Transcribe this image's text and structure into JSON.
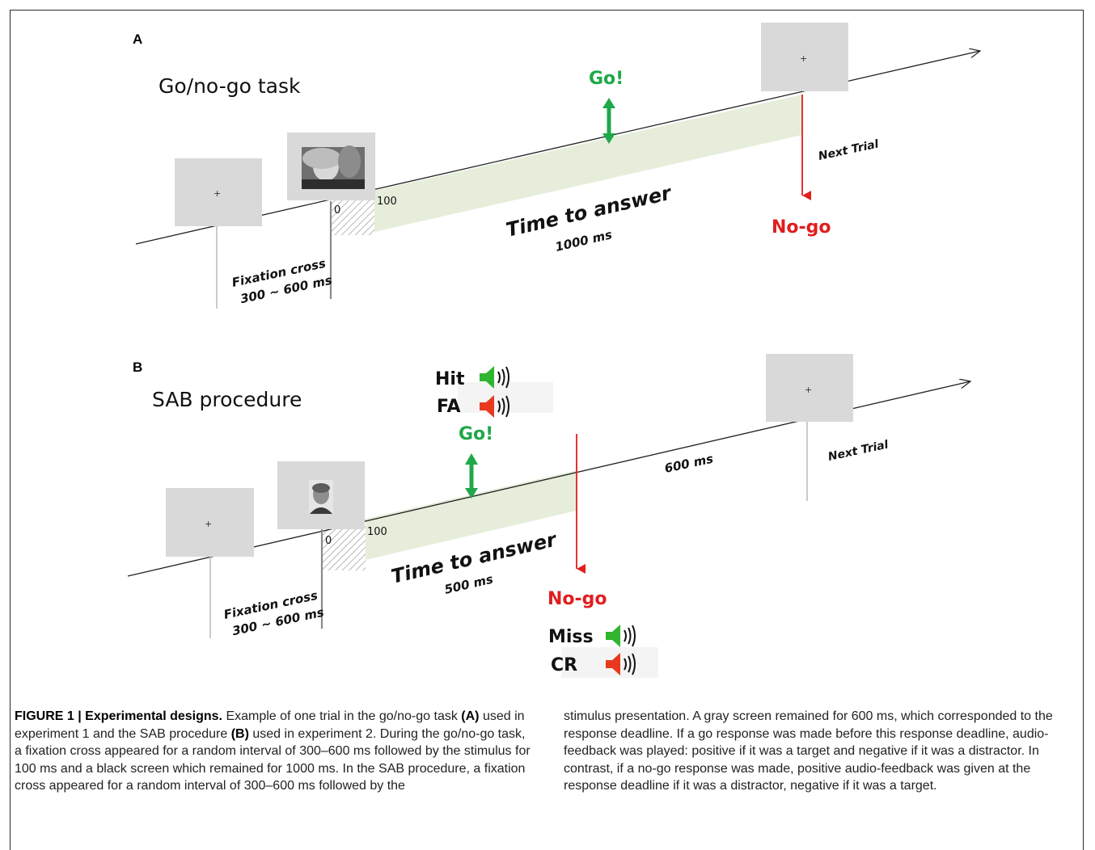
{
  "panel_a": {
    "letter": "A",
    "title": "Go/no-go task",
    "go_label": "Go!",
    "nogo_label": "No-go",
    "next_trial": "Next Trial",
    "time_to_answer": "Time to answer",
    "duration": "1000 ms",
    "fixation_label": "Fixation cross",
    "fixation_duration": "300 ~ 600 ms",
    "tick_start": "0",
    "tick_end": "100",
    "cross": "+"
  },
  "panel_b": {
    "letter": "B",
    "title": "SAB procedure",
    "go_label": "Go!",
    "nogo_label": "No-go",
    "next_trial": "Next Trial",
    "time_to_answer": "Time to answer",
    "duration": "500 ms",
    "gray_duration": "600 ms",
    "fixation_label": "Fixation cross",
    "fixation_duration": "300 ~ 600 ms",
    "tick_start": "0",
    "tick_end": "100",
    "cross": "+",
    "hit": "Hit",
    "fa": "FA",
    "miss": "Miss",
    "cr": "CR"
  },
  "icons": {
    "speaker_positive": "speaker-icon-green",
    "speaker_negative": "speaker-icon-red"
  },
  "colors": {
    "go": "#1fa84a",
    "nogo": "#e01e1e",
    "answer_window": "#e6eedb",
    "screen_gray": "#d9d9d9"
  },
  "caption": {
    "lead": "FIGURE 1 | Experimental designs.",
    "p1": " Example of one trial in the go/no-go task ",
    "ref_a": "(A)",
    "p2": " used in experiment 1 and the SAB procedure ",
    "ref_b": "(B)",
    "p3": " used in experiment 2. During the go/no-go task, a fixation cross appeared for a random interval of 300–600 ms followed by the stimulus for 100 ms and a black screen which remained for 1000 ms. In the SAB procedure, a fixation cross appeared for a random interval of 300–600 ms followed by the",
    "right": "stimulus presentation. A gray screen remained for 600 ms, which corresponded to the response deadline. If a go response was made before this response deadline, audio-feedback was played: positive if it was a target and negative if it was a distractor. In contrast, if a no-go response was made, positive audio-feedback was given at the response deadline if it was a distractor, negative if it was a target."
  }
}
